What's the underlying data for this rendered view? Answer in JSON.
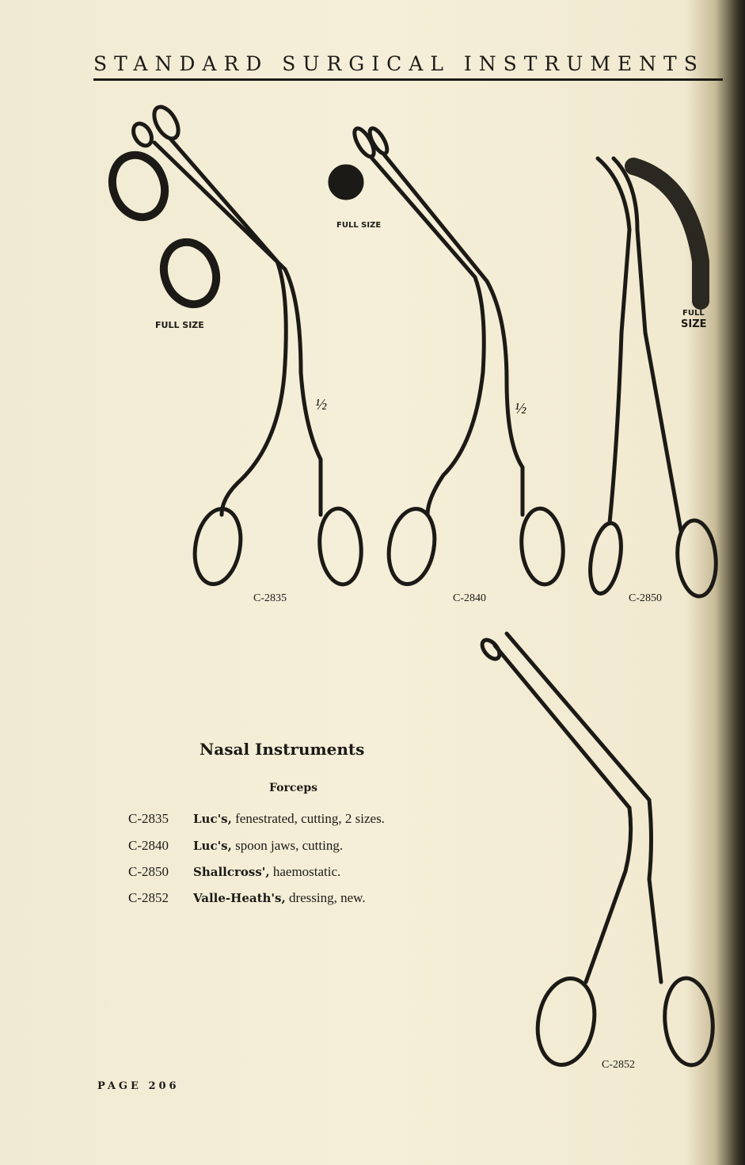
{
  "header": {
    "title": "STANDARD SURGICAL INSTRUMENTS"
  },
  "figures": [
    {
      "code": "C-2835",
      "detail_label": "FULL SIZE",
      "scale": "½"
    },
    {
      "code": "C-2840",
      "detail_label": "FULL SIZE",
      "scale": "½"
    },
    {
      "code": "C-2850",
      "detail_label_line1": "FULL",
      "detail_label_line2": "SIZE"
    },
    {
      "code": "C-2852"
    }
  ],
  "section": {
    "title": "Nasal Instruments",
    "subtitle": "Forceps",
    "items": [
      {
        "code": "C-2835",
        "name": "Luc's,",
        "desc": " fenestrated, cutting, 2 sizes."
      },
      {
        "code": "C-2840",
        "name": "Luc's,",
        "desc": " spoon jaws, cutting."
      },
      {
        "code": "C-2850",
        "name": "Shallcross',",
        "desc": " haemostatic."
      },
      {
        "code": "C-2852",
        "name": "Valle-Heath's,",
        "desc": " dressing, new."
      }
    ]
  },
  "footer": {
    "page": "PAGE 206"
  }
}
